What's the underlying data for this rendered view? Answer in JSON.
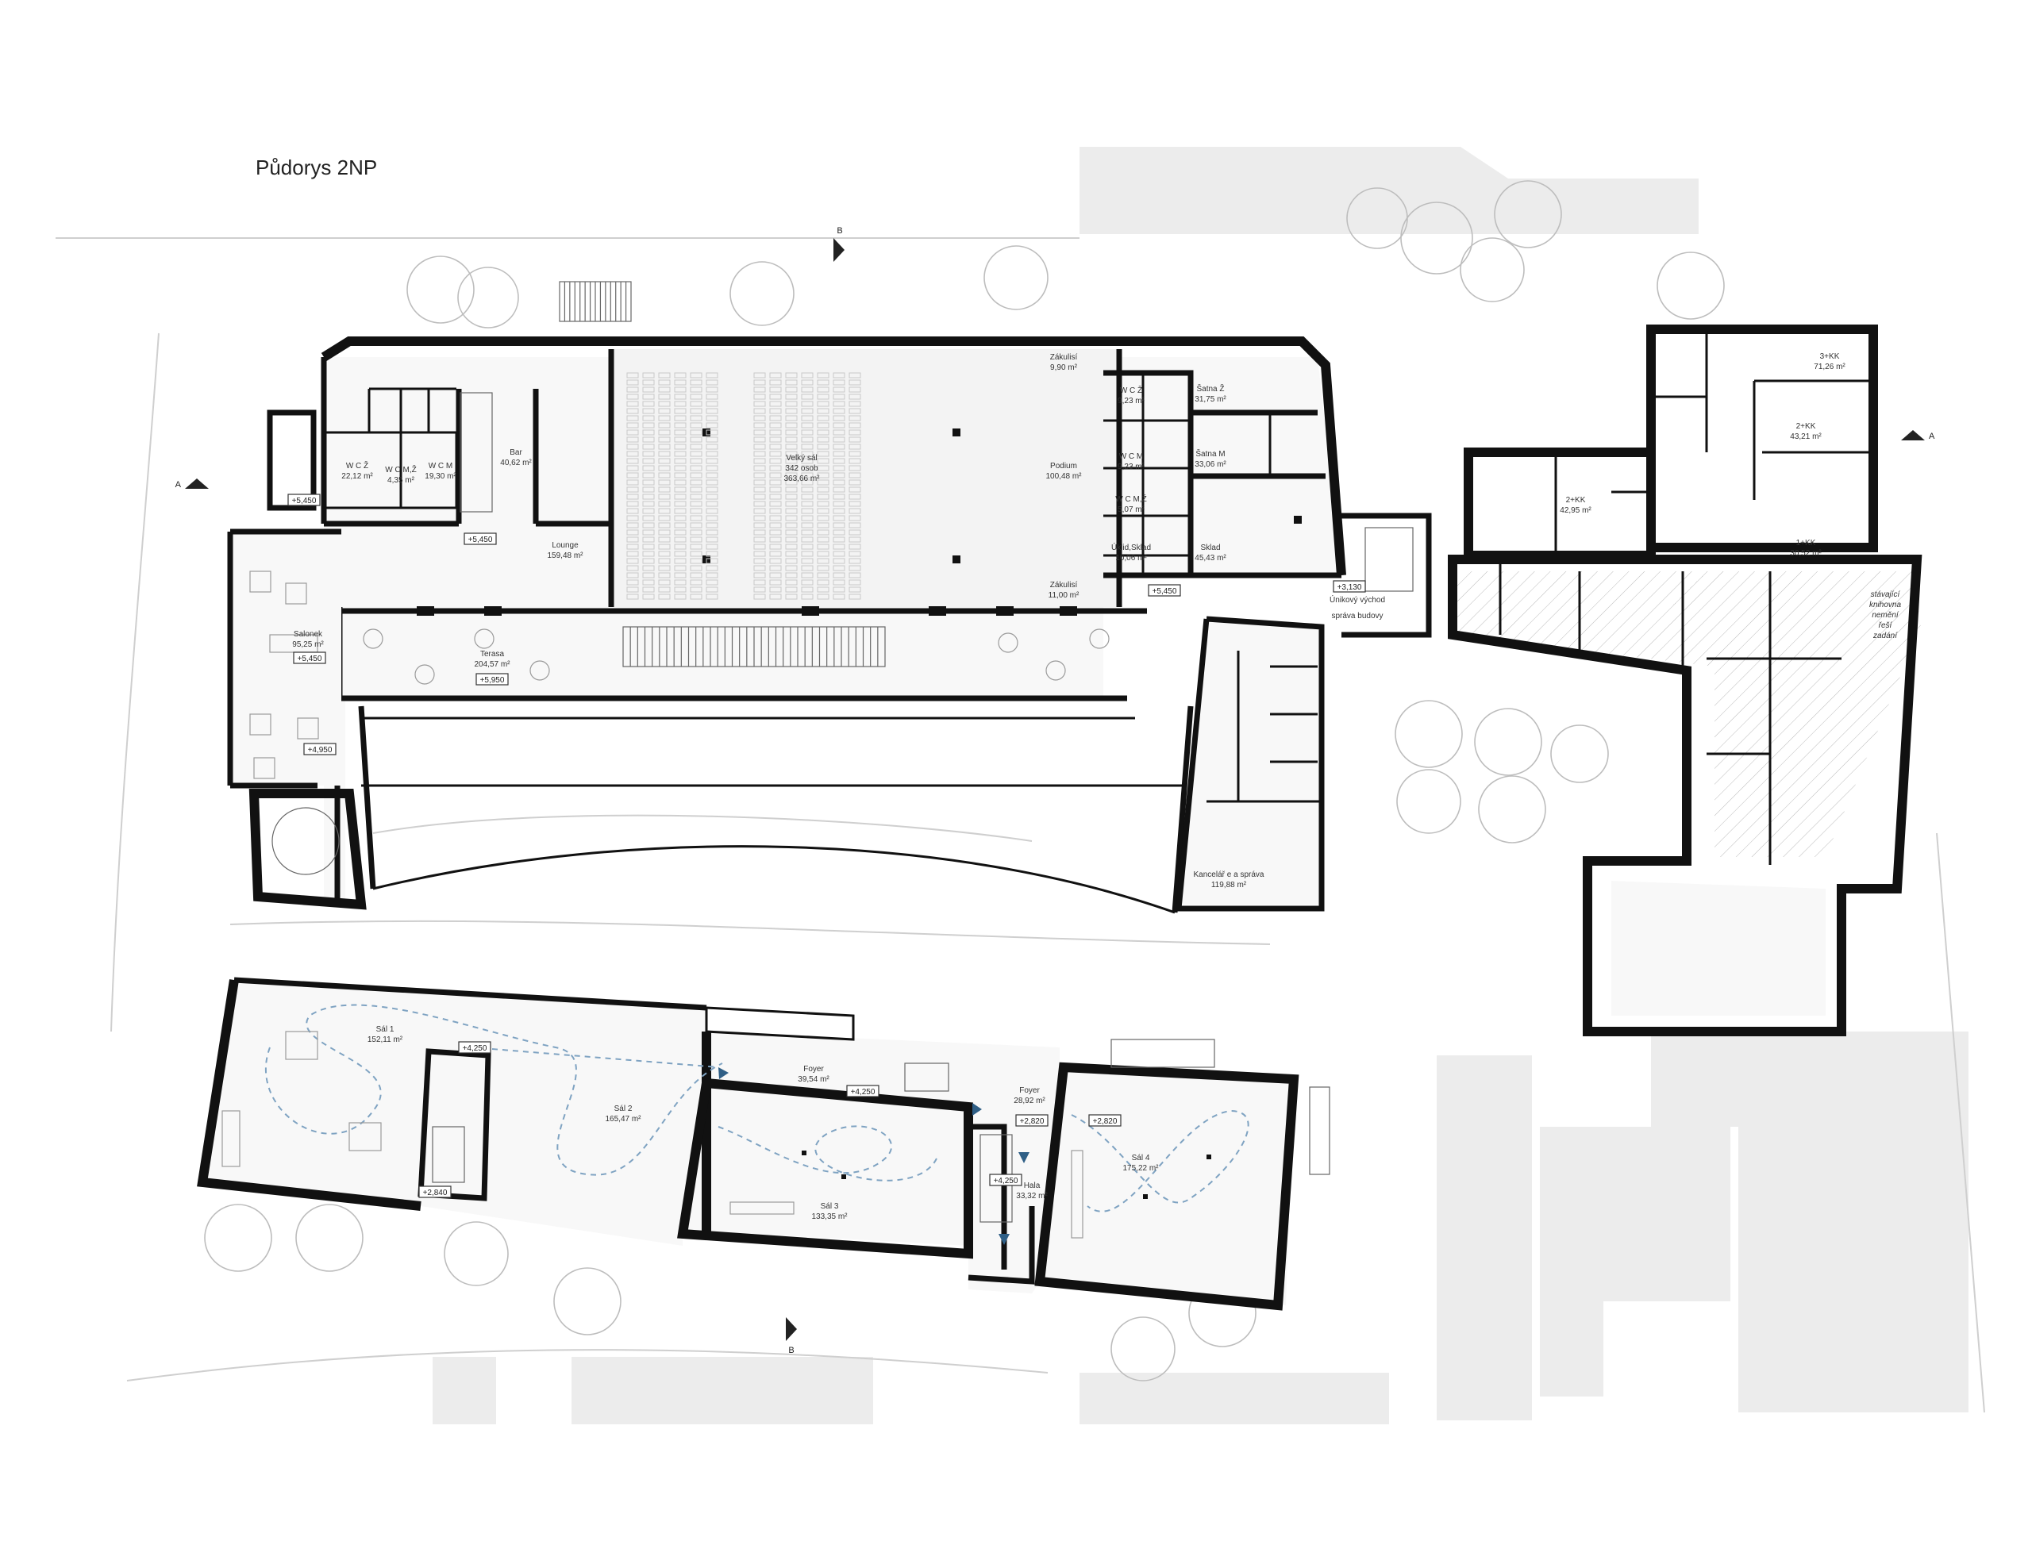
{
  "title": "Půdorys 2NP",
  "section_marks": {
    "a": "A",
    "b": "B"
  },
  "rooms": {
    "wc_z": "W C Ž",
    "wc_z_area": "22,12 m²",
    "wc_mz": "W C M,Ž",
    "wc_mz_area": "4,35 m²",
    "wc_m": "W C M",
    "wc_m_area": "19,30 m²",
    "bar": "Bar",
    "bar_area": "40,62 m²",
    "velky_sal": "Velký sál",
    "velky_sal_capacity": "342 osob",
    "velky_sal_area": "363,66 m²",
    "podium": "Podium",
    "podium_area": "100,48 m²",
    "zakulisi1": "Zákulisí",
    "zakulisi1_area": "9,90 m²",
    "zakulisi2": "Zákulisí",
    "zakulisi2_area": "11,00 m²",
    "wc_z2": "W C Ž",
    "wc_z2_area": "9,23 m²",
    "wc_m2": "W C M",
    "wc_m2_area": "9,23 m²",
    "wc_mz2": "W C M,Ž",
    "wc_mz2_area": "5,07 m²",
    "uklid": "Úklid,Sklad",
    "uklid_area": "10,06 m²",
    "satna_z": "Šatna Ž",
    "satna_z_area": "31,75 m²",
    "satna_m": "Šatna M",
    "satna_m_area": "33,06 m²",
    "sklad": "Sklad",
    "sklad_area": "45,43 m²",
    "lounge": "Lounge",
    "lounge_area": "159,48 m²",
    "terasa": "Terasa",
    "terasa_area": "204,57 m²",
    "salonek": "Salonek",
    "salonek_area": "95,25 m²",
    "kancelare": "Kancelář e a správa",
    "kancelare_area": "119,88 m²",
    "unikovy": "Únikový východ",
    "sprava": "správa budovy",
    "byt3": "3+KK",
    "byt3_area": "71,26 m²",
    "byt2a": "2+KK",
    "byt2a_area": "43,21 m²",
    "byt2b": "2+KK",
    "byt2b_area": "42,95 m²",
    "byt1": "1+KK",
    "byt1_area": "30,52 m²",
    "stavajici": "stávající",
    "knihovna": "knihovna",
    "nemeni": "nemění",
    "resi": "řeší",
    "zadani": "zadání",
    "sal1": "Sál 1",
    "sal1_area": "152,11 m²",
    "sal2": "Sál 2",
    "sal2_area": "165,47 m²",
    "sal3": "Sál 3",
    "sal3_area": "133,35 m²",
    "sal4": "Sál 4",
    "sal4_area": "175,22 m²",
    "foyer1": "Foyer",
    "foyer1_area": "39,54 m²",
    "foyer2": "Foyer",
    "foyer2_area": "28,92 m²",
    "hala": "Hala",
    "hala_area": "33,32 m²"
  },
  "levels": {
    "l_5450_a": "+5,450",
    "l_5450_b": "+5,450",
    "l_5450_c": "+5,450",
    "l_5450_d": "+5,450",
    "l_5950": "+5,950",
    "l_4950": "+4,950",
    "l_3130": "+3,130",
    "l_4250_a": "+4,250",
    "l_4250_b": "+4,250",
    "l_4250_c": "+4,250",
    "l_2820_a": "+2,820",
    "l_2820_b": "+2,820",
    "l_2840": "+2,840"
  }
}
